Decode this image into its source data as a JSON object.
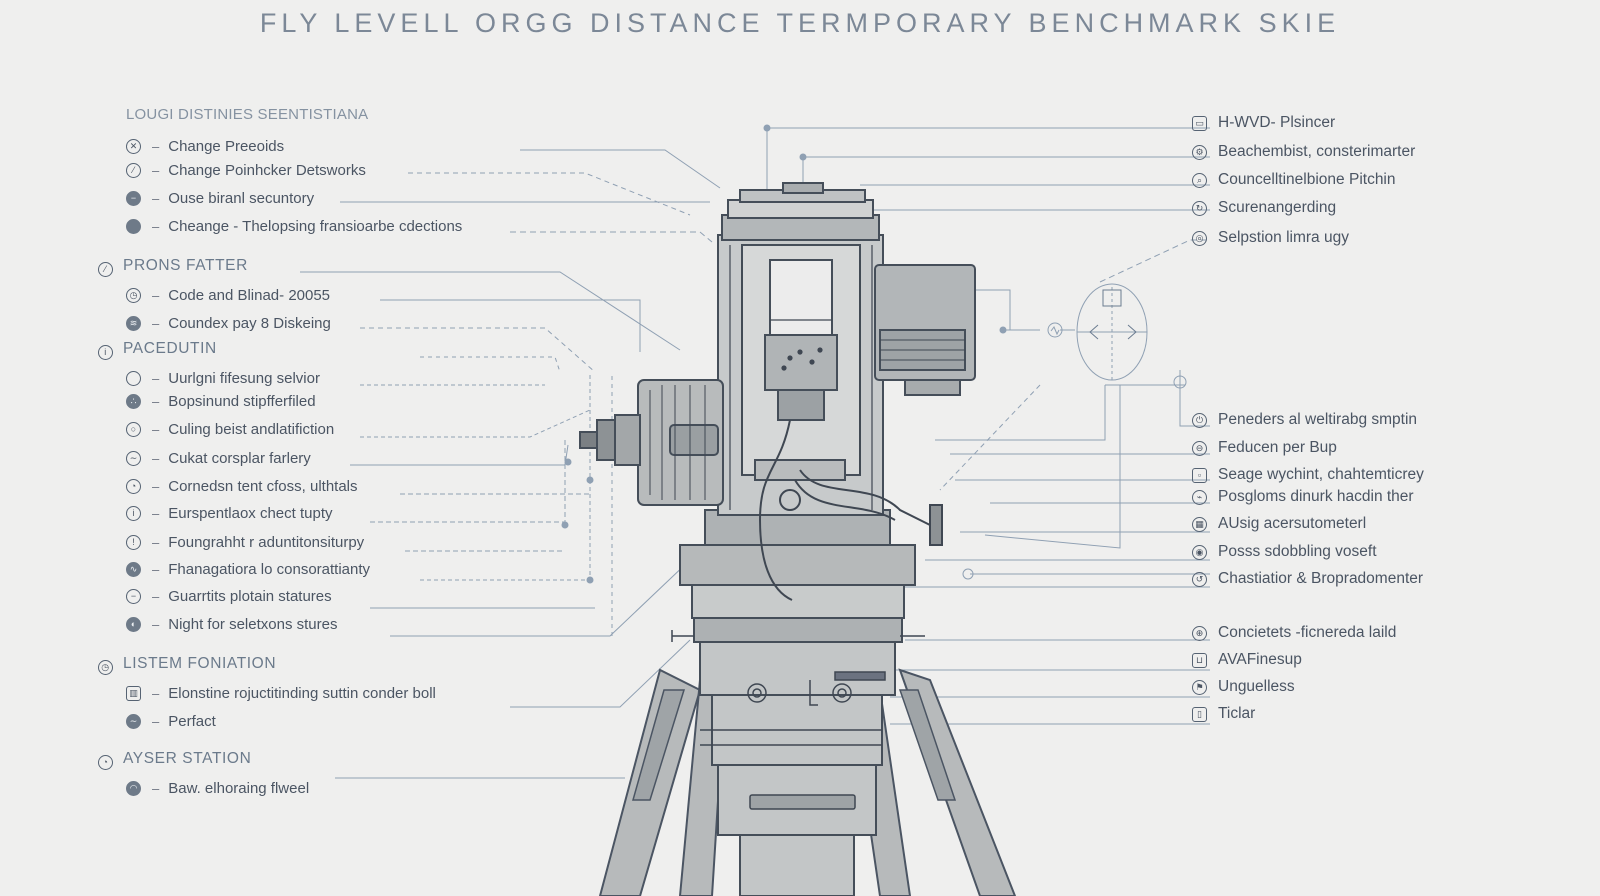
{
  "title": "FLY LEVELL ORGG DISTANCE TERMPORARY BENCHMARK SKIE",
  "colors": {
    "background": "#efefee",
    "line": "#5f6f83",
    "metal": "#b9bcbd",
    "ink": "#4b5563"
  },
  "left_sections": [
    {
      "heading": "LOUGI DISTINIES SEENTISTIANA",
      "items": [
        {
          "icon": "cross-circle-icon",
          "label": "Change Preeoids"
        },
        {
          "icon": "compass-needle-icon",
          "label": "Change Poinhcker Detsworks"
        },
        {
          "icon": "filled-minus-circle-icon",
          "label": "Ouse biranl secuntory"
        },
        {
          "icon": "filled-circle-icon",
          "label": "Cheange - Thelopsing fransioarbe cdections"
        }
      ]
    },
    {
      "heading": "PRONS FATTER",
      "items": [
        {
          "icon": "clock-icon",
          "label": "Code and Blinad- 20055"
        },
        {
          "icon": "signal-circle-icon",
          "label": "Coundex pay 8 Diskeing"
        }
      ]
    },
    {
      "heading": "PACEDUTIN",
      "items": [
        {
          "icon": "open-circle-icon",
          "label": "Uurlgni fifesung selvior"
        },
        {
          "icon": "dots-circle-icon",
          "label": "Bopsinund stipfferfiled"
        },
        {
          "icon": "ring-icon",
          "label": "Culing beist andlatifiction"
        },
        {
          "icon": "wave-circle-icon",
          "label": "Cukat corsplar farlery"
        },
        {
          "icon": "stopwatch-icon",
          "label": "Cornedsn tent cfoss, ulthtals"
        },
        {
          "icon": "info-circle-icon",
          "label": "Eurspentlaox chect tupty"
        },
        {
          "icon": "exclamation-circle-icon",
          "label": "Foungrahht r aduntitonsiturpy"
        },
        {
          "icon": "wrench-circle-icon",
          "label": "Fhanagatiora lo consorattianty"
        },
        {
          "icon": "minus-circle-icon",
          "label": "Guarrtits plotain statures"
        },
        {
          "icon": "moon-circle-icon",
          "label": "Night for seletxons stures"
        }
      ]
    },
    {
      "heading": "LISTEM FONIATION",
      "items": [
        {
          "icon": "building-icon",
          "label": "Elonstine rojuctitinding suttin conder boll"
        },
        {
          "icon": "wave-filled-icon",
          "label": "Perfact"
        }
      ]
    },
    {
      "heading": "AYSER STATION",
      "items": [
        {
          "icon": "filled-arc-icon",
          "label": "Baw. elhoraing flweel"
        }
      ]
    }
  ],
  "right_items": [
    {
      "icon": "battery-icon",
      "label": "H-WVD- Plsincer"
    },
    {
      "icon": "gear-icon",
      "label": "Beachembist, consterimarter"
    },
    {
      "icon": "search-icon",
      "label": "Councelltinelbione Pitchin"
    },
    {
      "icon": "sync-icon",
      "label": "Scurenangerding"
    },
    {
      "icon": "target-icon",
      "label": "Selpstion limra ugy"
    },
    {
      "icon": "power-icon",
      "label": "Peneders al weltirabg smptin"
    },
    {
      "icon": "ruler-circle-icon",
      "label": "Feducen per Bup"
    },
    {
      "icon": "square-icon",
      "label": "Seage wychint, chahtemticrey"
    },
    {
      "icon": "plug-icon",
      "label": "Posgloms dinurk hacdin ther"
    },
    {
      "icon": "calendar-icon",
      "label": "AUsig acersutometerl"
    },
    {
      "icon": "dial-icon",
      "label": "Posss sdobbling voseft"
    },
    {
      "icon": "rotate-icon",
      "label": "Chastiatior & Bropradomenter"
    },
    {
      "icon": "crosshair-icon",
      "label": "Concietets -ficnereda laild"
    },
    {
      "icon": "bracket-icon",
      "label": "AVAFinesup"
    },
    {
      "icon": "flag-icon",
      "label": "Unguelless"
    },
    {
      "icon": "document-icon",
      "label": "Ticlar"
    }
  ]
}
